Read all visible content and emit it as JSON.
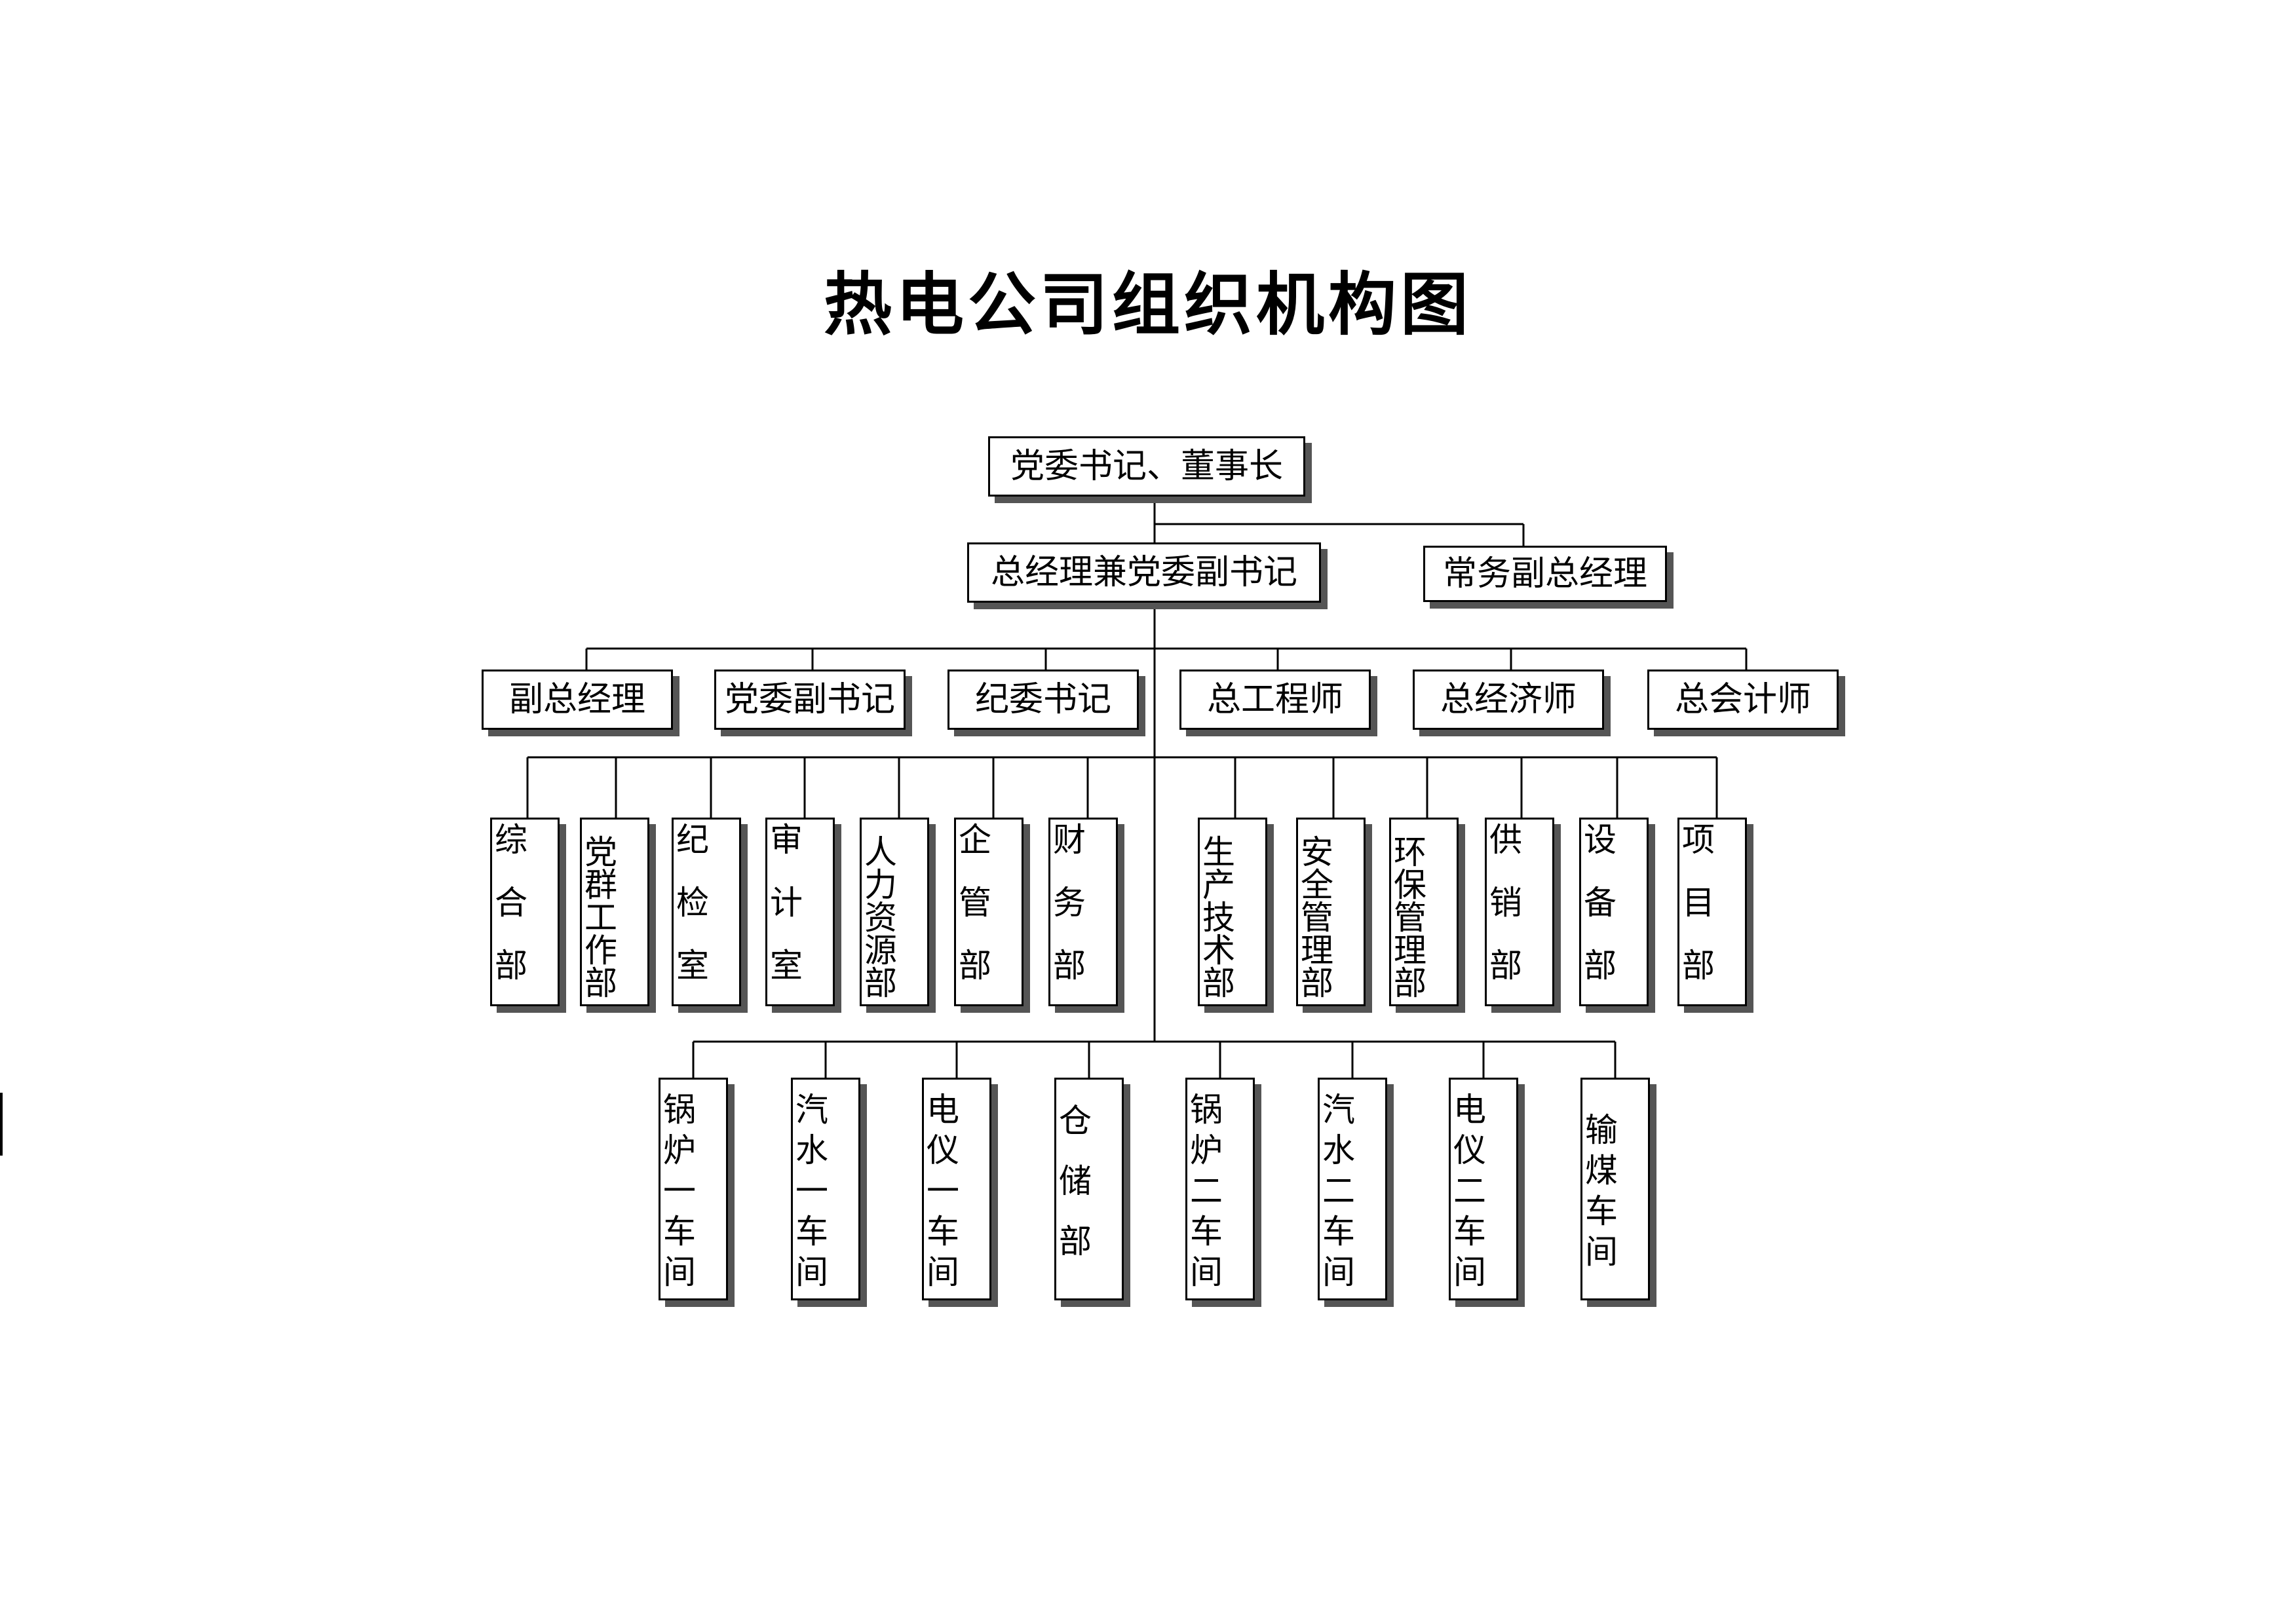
{
  "title": "热电公司组织机构图",
  "top": {
    "chairman": "党委书记、董事长",
    "general_manager": "总经理兼党委副书记",
    "executive_deputy_gm": "常务副总经理"
  },
  "executives": [
    "副总经理",
    "党委副书记",
    "纪委书记",
    "总工程师",
    "总经济师",
    "总会计师"
  ],
  "departments": [
    "综合部",
    "党群工作部",
    "纪检室",
    "审计室",
    "人力资源部",
    "企管部",
    "财务部",
    "生产技术部",
    "安全管理部",
    "环保管理部",
    "供销部",
    "设备部",
    "项目部"
  ],
  "workshops": [
    "锅炉一车间",
    "汽水一车间",
    "电仪一车间",
    "仓储部",
    "锅炉二车间",
    "汽水二车间",
    "电仪二车间",
    "输煤车间"
  ]
}
